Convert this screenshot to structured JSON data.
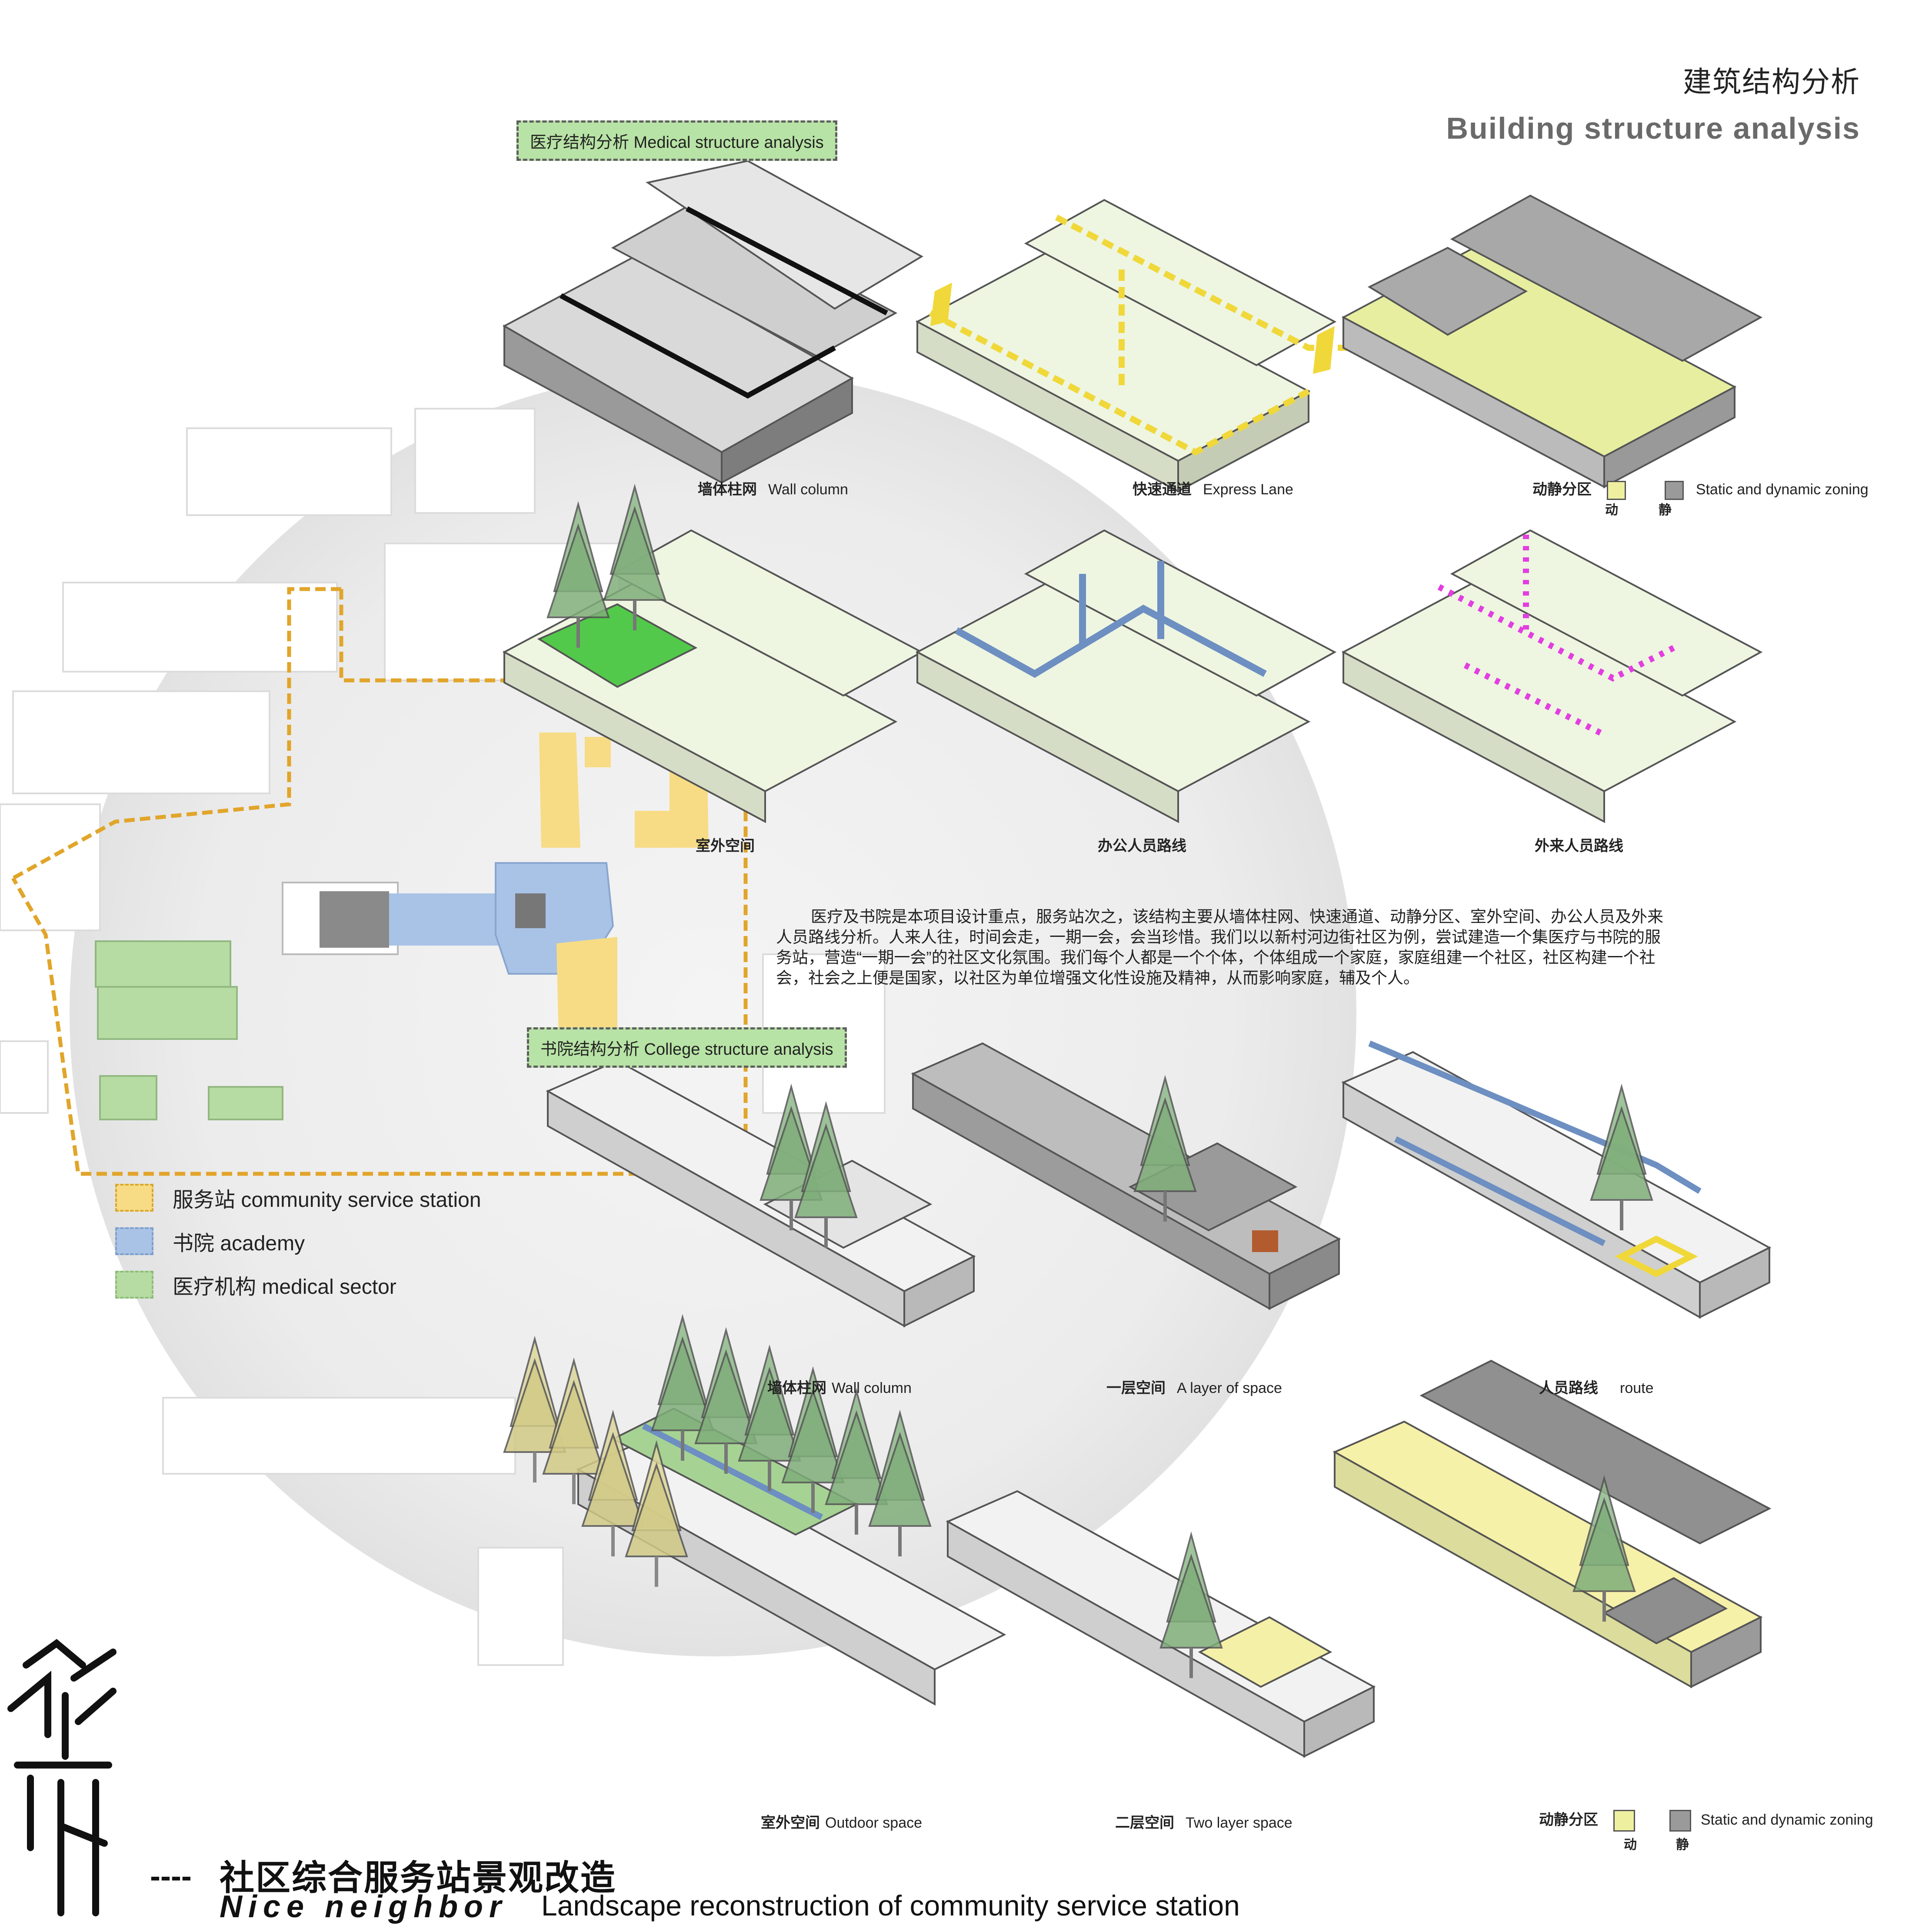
{
  "header": {
    "title_cn": "建筑结构分析",
    "title_en": "Building structure analysis"
  },
  "sections": {
    "medical": "医疗结构分析 Medical structure analysis",
    "college": "书院结构分析 College structure analysis"
  },
  "medical_panels": [
    {
      "cn": "墙体柱网",
      "en": "Wall column"
    },
    {
      "cn": "快速通道",
      "en": "Express Lane"
    },
    {
      "cn": "动静分区",
      "en": "Static and dynamic zoning",
      "dynamic": "动",
      "static": "静"
    },
    {
      "cn": "室外空间",
      "en": ""
    },
    {
      "cn": "办公人员路线",
      "en": ""
    },
    {
      "cn": "外来人员路线",
      "en": ""
    }
  ],
  "college_panels": [
    {
      "cn": "墙体柱网",
      "en": "Wall column"
    },
    {
      "cn": "一层空间",
      "en": "A layer of space"
    },
    {
      "cn": "人员路线",
      "en": "route"
    },
    {
      "cn": "室外空间",
      "en": "Outdoor space"
    },
    {
      "cn": "二层空间",
      "en": "Two layer space"
    },
    {
      "cn": "动静分区",
      "en": "Static and dynamic zoning",
      "dynamic": "动",
      "static": "静"
    }
  ],
  "legend": [
    {
      "label": "服务站 community service station",
      "color": "#f7dc85"
    },
    {
      "label": "书院 academy",
      "color": "#a9c3e6"
    },
    {
      "label": "医疗机构 medical sector",
      "color": "#b6dca3"
    }
  ],
  "description": "医疗及书院是本项目设计重点，服务站次之，该结构主要从墙体柱网、快速通道、动静分区、室外空间、办公人员及外来人员路线分析。人来人往，时间会走，一期一会，会当珍惜。我们以以新村河边街社区为例，尝试建造一个集医疗与书院的服务站，营造“一期一会”的社区文化氛围。我们每个人都是一个个体，个体组成一个家庭，家庭组建一个社区，社区构建一个社会，社会之上便是国家，以社区为单位增强文化性设施及精神，从而影响家庭，辅及个人。",
  "footer": {
    "dash": "----",
    "title_cn": "社区综合服务站景观改造",
    "title_en_bold": "Nice neighbor",
    "title_en": "Landscape reconstruction of community service station"
  },
  "colors": {
    "dynamic": "#eef0a0",
    "static": "#9a9a9a",
    "service": "#f7dc85",
    "academy": "#a9c3e6",
    "medical": "#b6dca3",
    "route_orange": "#e1a52a",
    "route_blue": "#6d8fc1",
    "route_magenta": "#e23ee0",
    "route_yellow": "#f0d83a"
  }
}
